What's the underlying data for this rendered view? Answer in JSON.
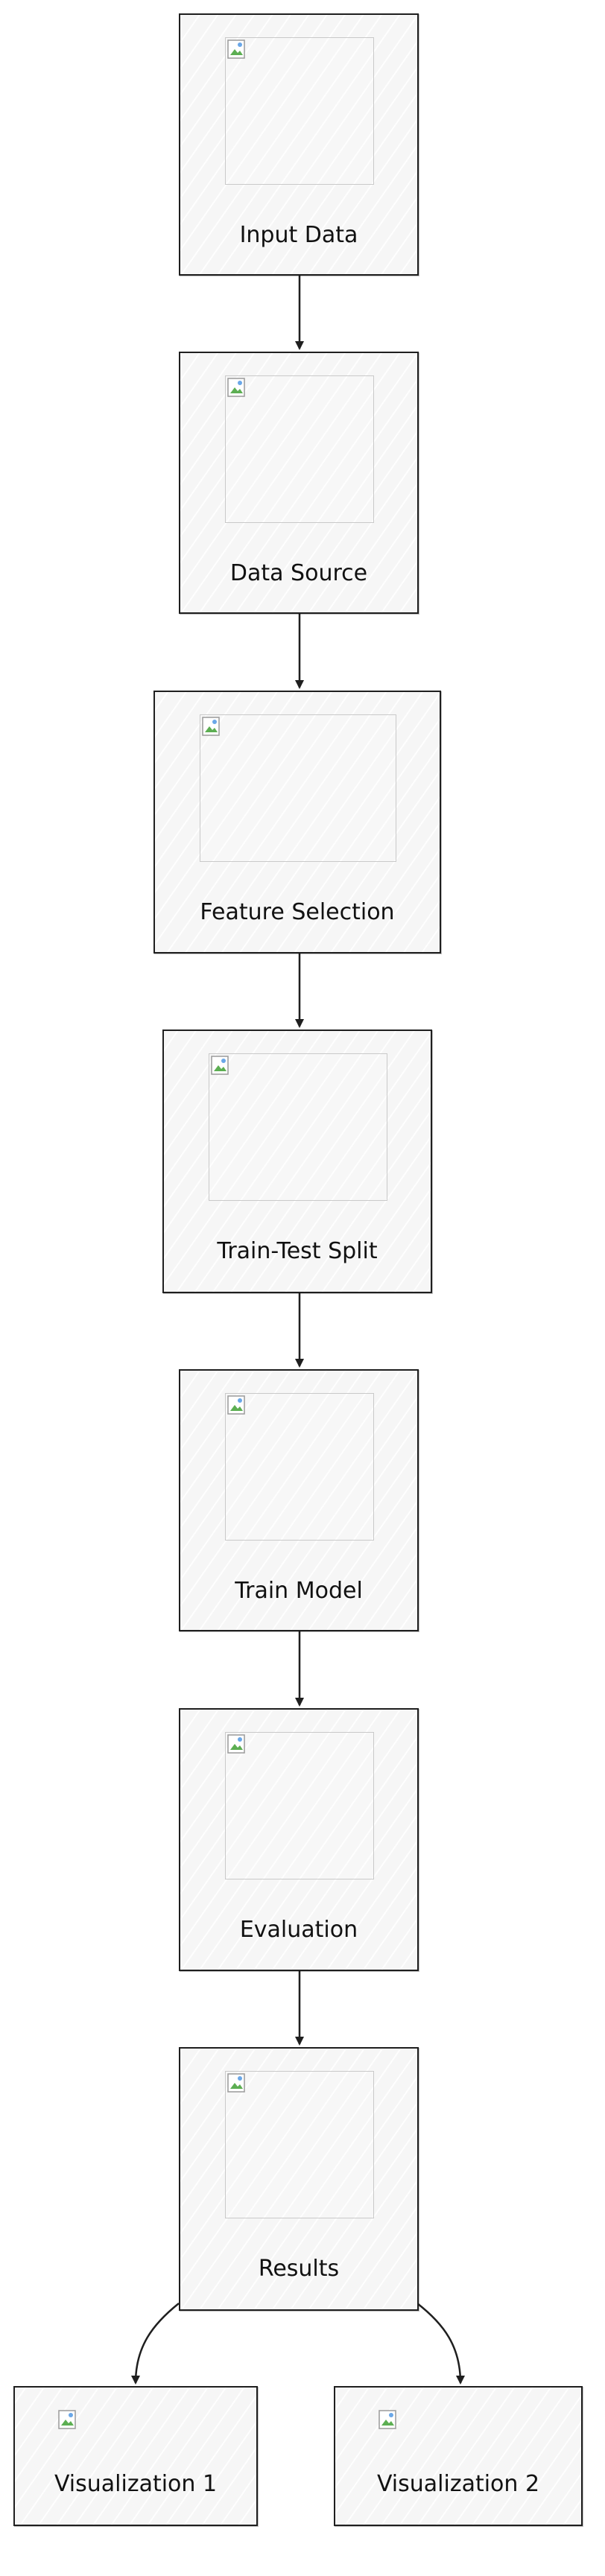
{
  "diagram": {
    "nodes": [
      {
        "id": "input",
        "label": "Input Data"
      },
      {
        "id": "source",
        "label": "Data Source"
      },
      {
        "id": "features",
        "label": "Feature Selection"
      },
      {
        "id": "split",
        "label": "Train-Test Split"
      },
      {
        "id": "train",
        "label": "Train Model"
      },
      {
        "id": "eval",
        "label": "Evaluation"
      },
      {
        "id": "results",
        "label": "Results"
      },
      {
        "id": "viz1",
        "label": "Visualization 1"
      },
      {
        "id": "viz2",
        "label": "Visualization 2"
      }
    ],
    "edges": [
      {
        "from": "input",
        "to": "source"
      },
      {
        "from": "source",
        "to": "features"
      },
      {
        "from": "features",
        "to": "split"
      },
      {
        "from": "split",
        "to": "train"
      },
      {
        "from": "train",
        "to": "eval"
      },
      {
        "from": "eval",
        "to": "results"
      },
      {
        "from": "results",
        "to": "viz1"
      },
      {
        "from": "results",
        "to": "viz2"
      }
    ],
    "colors": {
      "stroke": "#1f1f1f",
      "fill": "#f6f6f6",
      "placeholder_border": "#c9c9c9"
    }
  }
}
